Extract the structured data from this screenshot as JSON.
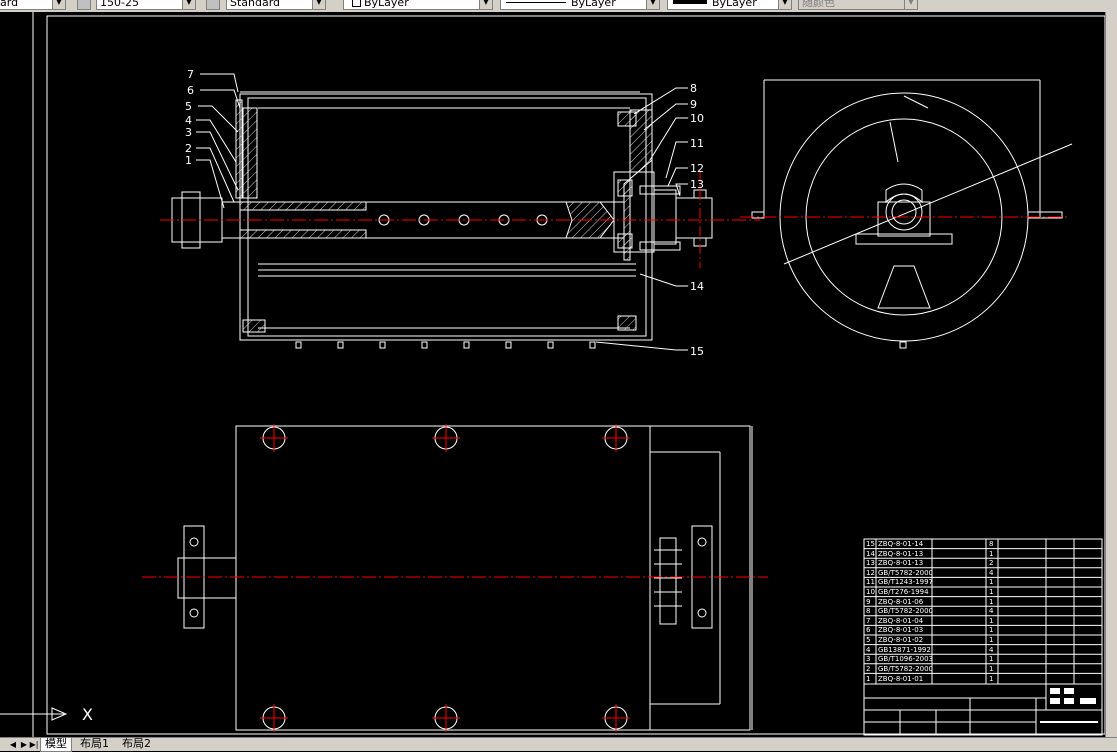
{
  "toolbar": {
    "text_style": "ard",
    "dim_style": "150-25",
    "table_style": "Standard",
    "layer": "ByLayer",
    "linetype": "ByLayer",
    "lineweight": "ByLayer",
    "plot_style": "随颜色"
  },
  "drawing": {
    "part_labels": [
      "1",
      "2",
      "3",
      "4",
      "5",
      "6",
      "7",
      "8",
      "9",
      "10",
      "11",
      "12",
      "13",
      "14",
      "15"
    ],
    "bom_rows": [
      {
        "no": "15",
        "code": "ZBQ-8-01-14",
        "qty": "8"
      },
      {
        "no": "14",
        "code": "ZBQ-8-01-13",
        "qty": "1"
      },
      {
        "no": "13",
        "code": "ZBQ-8-01-13",
        "qty": "2"
      },
      {
        "no": "12",
        "code": "GB/T5782-2000",
        "qty": "4"
      },
      {
        "no": "11",
        "code": "GB/T1243-1997",
        "qty": "1"
      },
      {
        "no": "10",
        "code": "GB/T276-1994",
        "qty": "1"
      },
      {
        "no": "9",
        "code": "ZBQ-8-01-06",
        "qty": "1"
      },
      {
        "no": "8",
        "code": "GB/T5782-2000",
        "qty": "4"
      },
      {
        "no": "7",
        "code": "ZBQ-8-01-04",
        "qty": "1"
      },
      {
        "no": "6",
        "code": "ZBQ-8-01-03",
        "qty": "1"
      },
      {
        "no": "5",
        "code": "ZBQ-8-01-02",
        "qty": "1"
      },
      {
        "no": "4",
        "code": "GB13871-1992",
        "qty": "4"
      },
      {
        "no": "3",
        "code": "GB/T1096-2003",
        "qty": "1"
      },
      {
        "no": "2",
        "code": "GB/T5782-2000",
        "qty": "1"
      },
      {
        "no": "1",
        "code": "ZBQ-8-01-01",
        "qty": "1"
      }
    ]
  },
  "ucs": {
    "x_label": "X"
  },
  "tabs": [
    {
      "label": "模型",
      "active": true
    },
    {
      "label": "布局1",
      "active": false
    },
    {
      "label": "布局2",
      "active": false
    }
  ],
  "colors": {
    "canvas": "#000000",
    "line": "#ffffff",
    "center": "#ff0000",
    "ui": "#d4d0c8"
  }
}
